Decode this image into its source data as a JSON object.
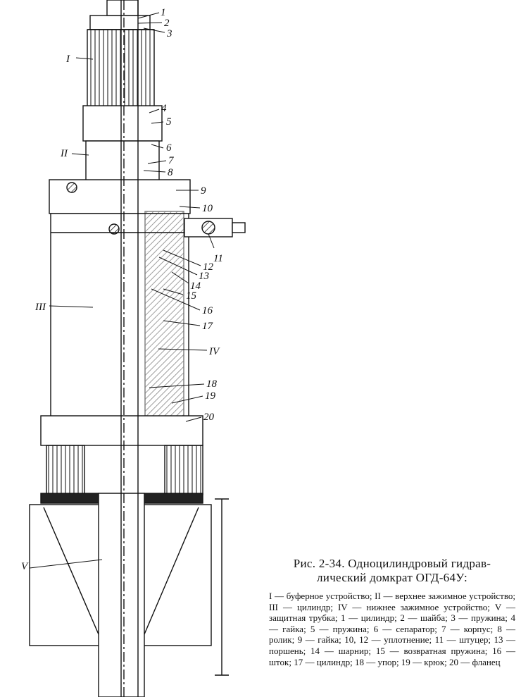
{
  "figure": {
    "title_line1": "Рис. 2-34. Одноцилиндровый гидрав-",
    "title_line2": "лический домкрат ОГД-64У:",
    "legend_text": "I — буферное устройство; II — верхнее зажимное устройство; III — цилиндр; IV — нижнее зажимное устройство; V — защитная трубка; 1 — цилиндр; 2 — шайба; 3 — пружина; 4 — гайка; 5 — пружина; 6 — сепаратор; 7 — корпус; 8 — ролик; 9 — гайка; 10, 12 — уплотнение; 11 — штуцер; 13 — поршень; 14 — шарнир; 15 — возвратная пружина; 16 — шток; 17 — цилиндр; 18 — упор; 19 — крюк; 20 — фланец"
  },
  "callouts": {
    "roman": [
      "I",
      "II",
      "III",
      "IV",
      "V"
    ],
    "numbers": [
      "1",
      "2",
      "3",
      "4",
      "5",
      "6",
      "7",
      "8",
      "9",
      "10",
      "11",
      "12",
      "13",
      "14",
      "15",
      "16",
      "17",
      "18",
      "19",
      "20"
    ]
  }
}
